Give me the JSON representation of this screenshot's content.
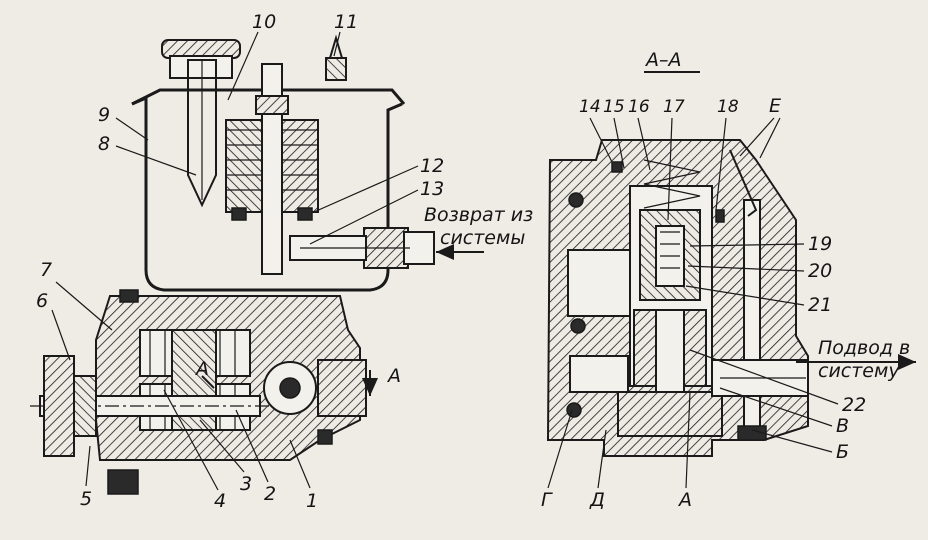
{
  "left_view": {
    "part_numbers": [
      "1",
      "2",
      "3",
      "4",
      "5",
      "6",
      "7",
      "8",
      "9",
      "10",
      "11",
      "12",
      "13"
    ],
    "section_marks": [
      "A",
      "A"
    ],
    "return_caption_line1": "Возврат из",
    "return_caption_line2": "системы"
  },
  "right_view": {
    "section_title": "A–A",
    "part_numbers": [
      "14",
      "15",
      "16",
      "17",
      "18",
      "19",
      "20",
      "21",
      "22"
    ],
    "letters": [
      "E",
      "B",
      "Б",
      "А",
      "Д",
      "Г"
    ],
    "supply_caption_line1": "Подвод в",
    "supply_caption_line2": "систему"
  }
}
